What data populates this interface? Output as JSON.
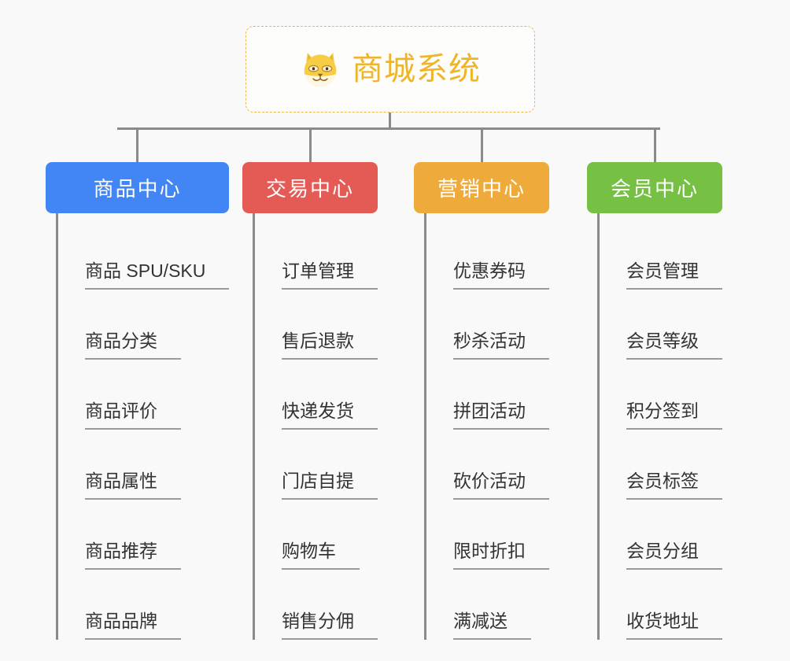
{
  "diagram": {
    "background_color": "#f9f9f9",
    "connector_color": "#8a8a8a",
    "root": {
      "title": "商城系统",
      "icon": "shiba-dog-face-icon",
      "title_color": "#f0b429",
      "border_color": "#e9b949"
    },
    "branches": [
      {
        "label": "商品中心",
        "color": "#4285f4",
        "items": [
          "商品 SPU/SKU",
          "商品分类",
          "商品评价",
          "商品属性",
          "商品推荐",
          "商品品牌"
        ]
      },
      {
        "label": "交易中心",
        "color": "#e45b56",
        "items": [
          "订单管理",
          "售后退款",
          "快递发货",
          "门店自提",
          "购物车",
          "销售分佣"
        ]
      },
      {
        "label": "营销中心",
        "color": "#eeab3c",
        "items": [
          "优惠券码",
          "秒杀活动",
          "拼团活动",
          "砍价活动",
          "限时折扣",
          "满减送"
        ]
      },
      {
        "label": "会员中心",
        "color": "#76c043",
        "items": [
          "会员管理",
          "会员等级",
          "积分签到",
          "会员标签",
          "会员分组",
          "收货地址"
        ]
      }
    ]
  }
}
